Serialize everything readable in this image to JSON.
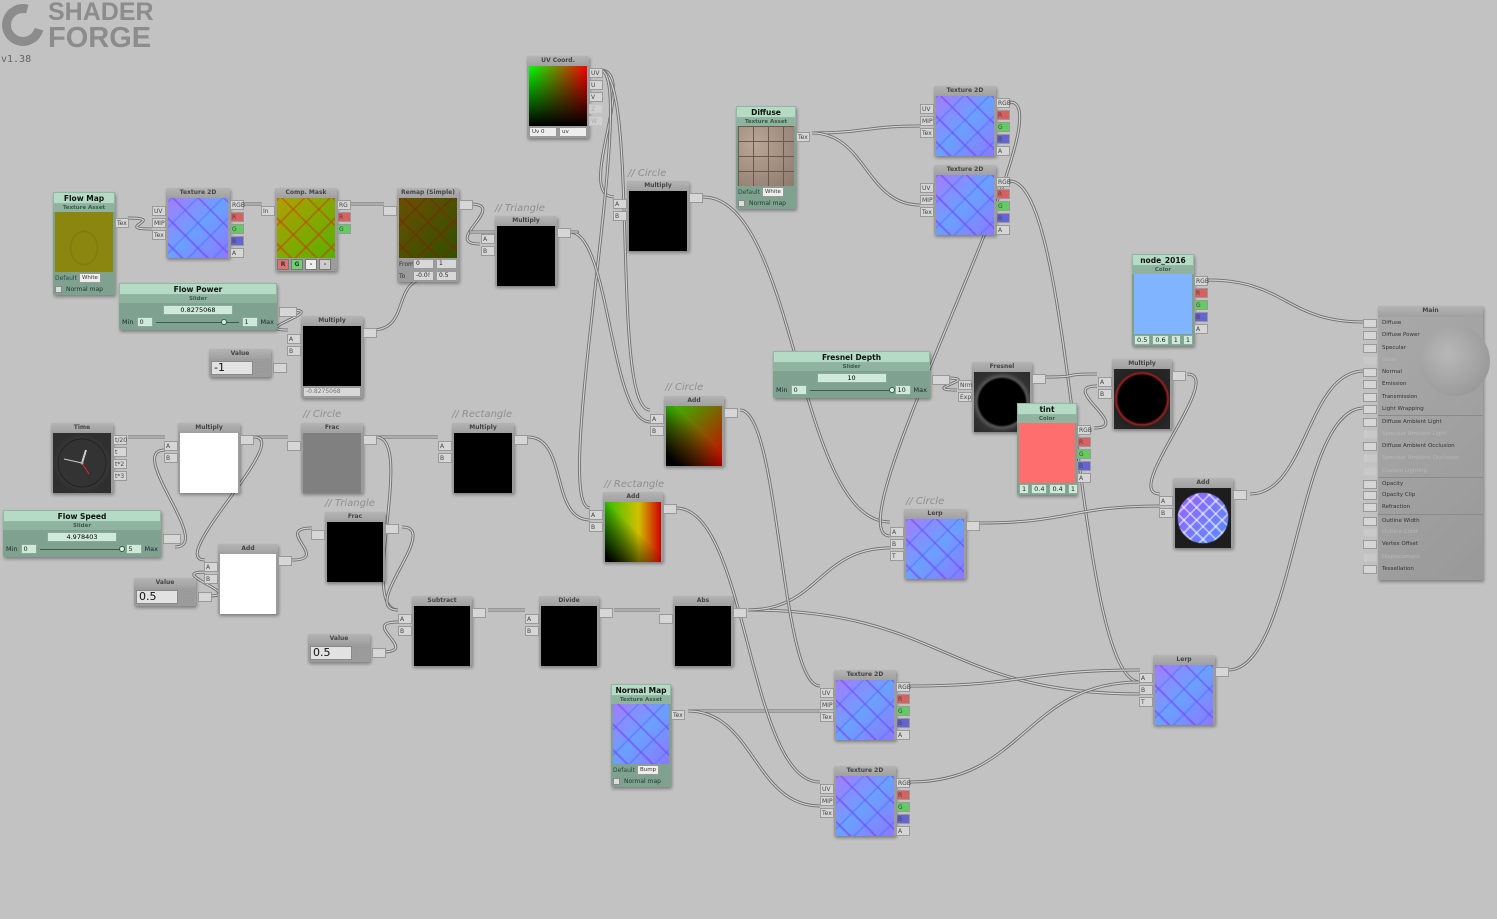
{
  "logo": {
    "line1": "SHADER",
    "line2": "FORGE",
    "version": "v1.38"
  },
  "comments": {
    "triangle1": "// Triangle",
    "circle1": "// Circle",
    "circle2": "// Circle",
    "circle3": "// Circle",
    "rectangle1": "// Rectangle",
    "triangle2": "// Triangle",
    "rectangle2": "// Rectangle",
    "circle4": "// Circle"
  },
  "nodes": {
    "flow_map": {
      "kind": "prop",
      "title": "Flow Map",
      "type": "Texture Asset",
      "outputs": [
        "Tex"
      ],
      "dropdown": {
        "label": "Default",
        "value": "White"
      },
      "checkbox": "Normal map"
    },
    "tex2d_a": {
      "type": "Texture 2D",
      "inputs": [
        "UV",
        "MIP",
        "Tex"
      ],
      "outputs": [
        "RGB",
        "R",
        "G",
        "B",
        "A"
      ]
    },
    "comp_mask": {
      "type": "Comp. Mask",
      "inputs": [
        "In"
      ],
      "outputs": [
        "RG",
        "R",
        "G"
      ],
      "buttons": [
        "R",
        "G",
        "-",
        "-"
      ]
    },
    "remap": {
      "type": "Remap (Simple)",
      "inputs": [
        ""
      ],
      "outputs": [
        ""
      ],
      "remap": {
        "from_label": "From",
        "from": [
          "0",
          "1"
        ],
        "to_label": "To",
        "to": [
          "-0.0!",
          "0.5"
        ]
      }
    },
    "flow_power": {
      "kind": "slider",
      "title": "Flow Power",
      "type": "Slider",
      "value": "0.8275068",
      "min": "0",
      "max": "1",
      "min_label": "Min",
      "max_label": "Max",
      "fraction": 0.8275
    },
    "value_neg1": {
      "kind": "value",
      "type": "Value",
      "value": "-1"
    },
    "multiply_a": {
      "type": "Multiply",
      "inputs": [
        "A",
        "B"
      ],
      "outputs": [
        ""
      ],
      "footer": "-0.8275068"
    },
    "multiply_tri": {
      "type": "Multiply",
      "inputs": [
        "A",
        "B"
      ],
      "outputs": [
        ""
      ]
    },
    "uv_coord": {
      "type": "UV Coord.",
      "outputs": [
        "UV",
        "U",
        "V",
        "Z",
        "W"
      ],
      "selects": [
        "Uv 0",
        "uv"
      ]
    },
    "multiply_circle": {
      "type": "Multiply",
      "inputs": [
        "A",
        "B"
      ],
      "outputs": [
        ""
      ]
    },
    "diffuse": {
      "kind": "prop",
      "title": "Diffuse",
      "type": "Texture Asset",
      "outputs": [
        "Tex"
      ],
      "dropdown": {
        "label": "Default",
        "value": "White"
      },
      "checkbox": "Normal map"
    },
    "tex2d_b": {
      "type": "Texture 2D",
      "inputs": [
        "UV",
        "MIP",
        "Tex"
      ],
      "outputs": [
        "RGB",
        "R",
        "G",
        "B",
        "A"
      ]
    },
    "tex2d_c": {
      "type": "Texture 2D",
      "inputs": [
        "UV",
        "MIP",
        "Tex"
      ],
      "outputs": [
        "RGB",
        "R",
        "G",
        "B",
        "A"
      ]
    },
    "node_2016": {
      "kind": "prop",
      "title": "node_2016",
      "type": "Color",
      "color": "#80b4ff",
      "outputs": [
        "RGB",
        "R",
        "G",
        "B",
        "A"
      ],
      "values": [
        "0.5",
        "0.6",
        "1",
        "1"
      ]
    },
    "fresnel_depth": {
      "kind": "slider",
      "title": "Fresnel Depth",
      "type": "Slider",
      "value": "10",
      "min": "0",
      "max": "10",
      "min_label": "Min",
      "max_label": "Max",
      "fraction": 1.0
    },
    "fresnel": {
      "type": "Fresnel",
      "inputs": [
        "Nrm",
        "Exp"
      ],
      "outputs": [
        ""
      ]
    },
    "tint": {
      "kind": "prop",
      "title": "tint",
      "type": "Color",
      "color": "#ff6e6e",
      "outputs": [
        "RGB",
        "R",
        "G",
        "B",
        "A"
      ],
      "values": [
        "1",
        "0.4",
        "0.4",
        "1"
      ]
    },
    "multiply_fres": {
      "type": "Multiply",
      "inputs": [
        "A",
        "B"
      ],
      "outputs": [
        ""
      ]
    },
    "add_circle": {
      "type": "Add",
      "inputs": [
        "A",
        "B"
      ],
      "outputs": [
        ""
      ]
    },
    "time": {
      "type": "Time",
      "outputs": [
        "t/20",
        "t",
        "t*2",
        "t*3"
      ]
    },
    "multiply_time": {
      "type": "Multiply",
      "inputs": [
        "A",
        "B"
      ],
      "outputs": [
        ""
      ]
    },
    "frac_circle": {
      "type": "Frac",
      "inputs": [
        ""
      ],
      "outputs": [
        ""
      ]
    },
    "multiply_rect": {
      "type": "Multiply",
      "inputs": [
        "A",
        "B"
      ],
      "outputs": [
        ""
      ]
    },
    "flow_speed": {
      "kind": "slider",
      "title": "Flow Speed",
      "type": "Slider",
      "value": "4.978403",
      "min": "0",
      "max": "5",
      "min_label": "Min",
      "max_label": "Max",
      "fraction": 0.9957
    },
    "add_time": {
      "type": "Add",
      "inputs": [
        "A",
        "B"
      ],
      "outputs": [
        ""
      ]
    },
    "value_half_a": {
      "kind": "value",
      "type": "Value",
      "value": "0.5"
    },
    "frac_tri": {
      "type": "Frac",
      "inputs": [
        ""
      ],
      "outputs": [
        ""
      ]
    },
    "add_rect": {
      "type": "Add",
      "inputs": [
        "A",
        "B"
      ],
      "outputs": [
        ""
      ]
    },
    "lerp_circle": {
      "type": "Lerp",
      "inputs": [
        "A",
        "B",
        "T"
      ],
      "outputs": [
        ""
      ]
    },
    "add_normal": {
      "type": "Add",
      "inputs": [
        "A",
        "B"
      ],
      "outputs": [
        ""
      ]
    },
    "subtract": {
      "type": "Subtract",
      "inputs": [
        "A",
        "B"
      ],
      "outputs": [
        ""
      ]
    },
    "divide": {
      "type": "Divide",
      "inputs": [
        "A",
        "B"
      ],
      "outputs": [
        ""
      ]
    },
    "abs": {
      "type": "Abs",
      "inputs": [
        ""
      ],
      "outputs": [
        ""
      ]
    },
    "value_half_b": {
      "kind": "value",
      "type": "Value",
      "value": "0.5"
    },
    "normal_map": {
      "kind": "prop",
      "title": "Normal Map",
      "type": "Texture Asset",
      "outputs": [
        "Tex"
      ],
      "dropdown": {
        "label": "Default",
        "value": "Bump"
      },
      "checkbox": "Normal map"
    },
    "tex2d_d": {
      "type": "Texture 2D",
      "inputs": [
        "UV",
        "MIP",
        "Tex"
      ],
      "outputs": [
        "RGB",
        "R",
        "G",
        "B",
        "A"
      ]
    },
    "tex2d_e": {
      "type": "Texture 2D",
      "inputs": [
        "UV",
        "MIP",
        "Tex"
      ],
      "outputs": [
        "RGB",
        "R",
        "G",
        "B",
        "A"
      ]
    },
    "lerp_final": {
      "type": "Lerp",
      "inputs": [
        "A",
        "B",
        "T"
      ],
      "outputs": [
        ""
      ]
    }
  },
  "main": {
    "title": "Main",
    "items": [
      {
        "label": "Diffuse",
        "enabled": true
      },
      {
        "label": "Diffuse Power",
        "enabled": true
      },
      {
        "label": "Specular",
        "enabled": true
      },
      {
        "label": "Gloss",
        "enabled": false
      },
      {
        "label": "Normal",
        "enabled": true
      },
      {
        "label": "Emission",
        "enabled": true
      },
      {
        "label": "Transmission",
        "enabled": true
      },
      {
        "label": "Light Wrapping",
        "enabled": true
      },
      {
        "label": "Diffuse Ambient Light",
        "enabled": true,
        "sep": true
      },
      {
        "label": "Specular Ambient Light",
        "enabled": false
      },
      {
        "label": "Diffuse Ambient Occlusion",
        "enabled": true
      },
      {
        "label": "Specular Ambient Occlusion",
        "enabled": false
      },
      {
        "label": "Custom Lighting",
        "enabled": false
      },
      {
        "label": "Opacity",
        "enabled": true,
        "sep": true
      },
      {
        "label": "Opacity Clip",
        "enabled": true
      },
      {
        "label": "Refraction",
        "enabled": true
      },
      {
        "label": "Outline Width",
        "enabled": true,
        "sep": true
      },
      {
        "label": "Outline Color",
        "enabled": false
      },
      {
        "label": "Vertex Offset",
        "enabled": true
      },
      {
        "label": "Displacement",
        "enabled": false
      },
      {
        "label": "Tessellation",
        "enabled": true
      }
    ]
  }
}
